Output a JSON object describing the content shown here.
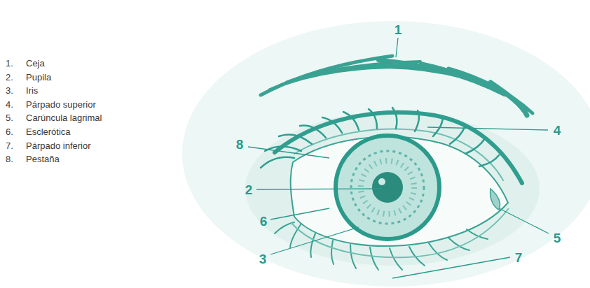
{
  "diagram": {
    "labels": [
      "1.",
      "Ceja",
      "2.",
      "Pupila",
      "3.",
      "Iris",
      "4.",
      "Párpado superior",
      "5.",
      "Carúncula lagrimal",
      "6.",
      "Esclerótica",
      "7.",
      "Párpado inferior",
      "8.",
      "Pestaña",
      "1",
      "8",
      "4",
      "2",
      "6",
      "5",
      "3",
      "7"
    ]
  }
}
